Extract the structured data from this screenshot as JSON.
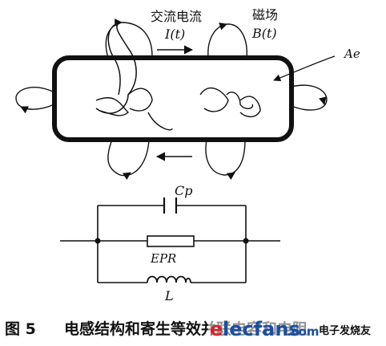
{
  "labels": {
    "current_label": "交流电流",
    "current_symbol": "I(t)",
    "field_label": "磁场",
    "field_symbol": "B(t)",
    "core_area": "Ae",
    "capacitor": "Cp",
    "resistor": "EPR",
    "inductor": "L"
  },
  "caption": {
    "figure_number": "图 5",
    "text": "电感结构和寄生等效并联电容和电阻"
  },
  "watermark": {
    "brand_e": "e",
    "brand_rest": "lecfans",
    "brand_domain": ".com",
    "brand_cn": "电子发烧友"
  },
  "colors": {
    "ink": "#111111",
    "watermark_blue": "#1a4fa0",
    "watermark_red": "#d8202a"
  }
}
